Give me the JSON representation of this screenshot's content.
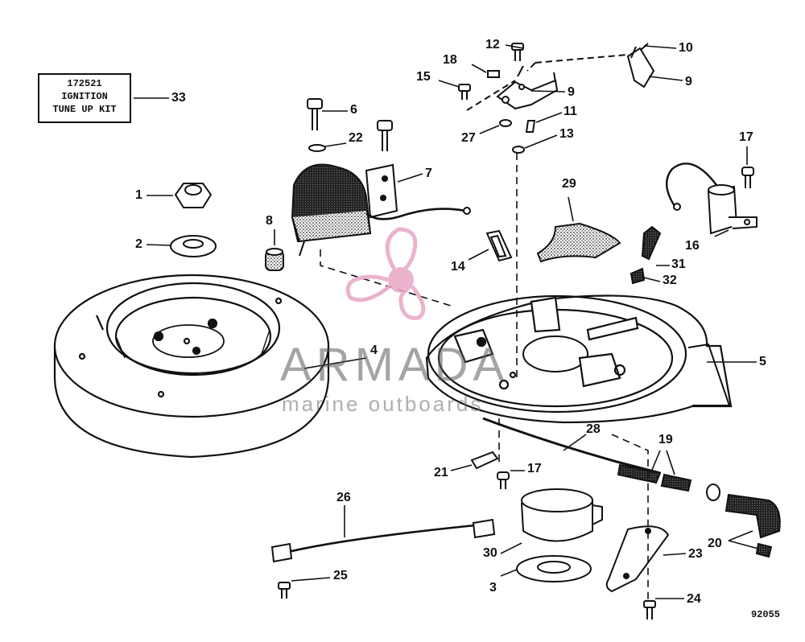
{
  "kit": {
    "number": "172521",
    "line1": "IGNITION",
    "line2": "TUNE UP KIT"
  },
  "figure_number": "92055",
  "watermark": {
    "brand": "ARMADA",
    "tagline": "marine outboards"
  },
  "callouts": {
    "c1": "1",
    "c2": "2",
    "c3": "3",
    "c4": "4",
    "c5": "5",
    "c6": "6",
    "c7": "7",
    "c8": "8",
    "c9a": "9",
    "c9b": "9",
    "c10": "10",
    "c11": "11",
    "c12": "12",
    "c13": "13",
    "c14": "14",
    "c15": "15",
    "c16": "16",
    "c17a": "17",
    "c17b": "17",
    "c18": "18",
    "c19": "19",
    "c20": "20",
    "c21": "21",
    "c22": "22",
    "c23": "23",
    "c24": "24",
    "c25": "25",
    "c26": "26",
    "c27": "27",
    "c28": "28",
    "c29": "29",
    "c30": "30",
    "c31": "31",
    "c32": "32",
    "c33": "33"
  },
  "colors": {
    "ink": "#111111",
    "watermark_pink": "#e8a6c6",
    "watermark_gray": "#8a8a8a"
  }
}
